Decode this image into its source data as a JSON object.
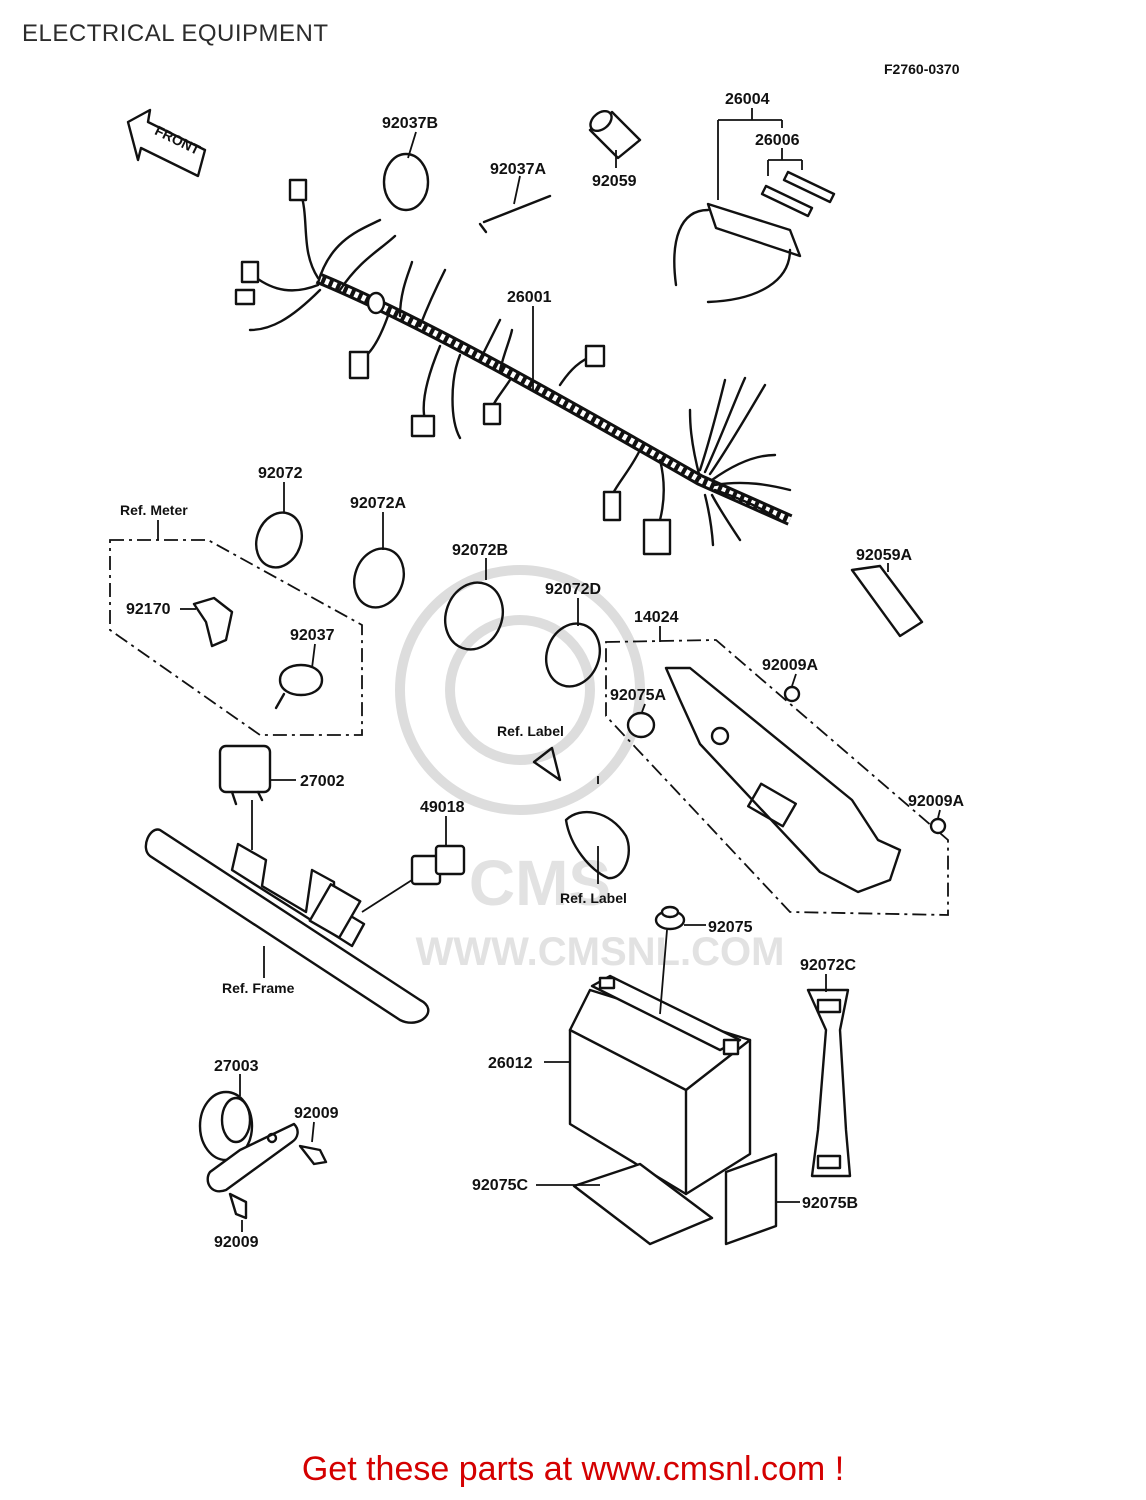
{
  "page_title": "ELECTRICAL EQUIPMENT",
  "diagram_code": "F2760-0370",
  "front_arrow_label": "FRONT",
  "watermark": "WWW.CMSNL.COM",
  "parts": [
    {
      "id": "p26004",
      "label": "26004"
    },
    {
      "id": "p26006",
      "label": "26006"
    },
    {
      "id": "p92037B",
      "label": "92037B"
    },
    {
      "id": "p92037A",
      "label": "92037A"
    },
    {
      "id": "p92059",
      "label": "92059"
    },
    {
      "id": "p26001",
      "label": "26001"
    },
    {
      "id": "p92072",
      "label": "92072"
    },
    {
      "id": "p92072A",
      "label": "92072A"
    },
    {
      "id": "p92072B",
      "label": "92072B"
    },
    {
      "id": "p92072D",
      "label": "92072D"
    },
    {
      "id": "p92059A",
      "label": "92059A"
    },
    {
      "id": "p14024",
      "label": "14024"
    },
    {
      "id": "p92170",
      "label": "92170"
    },
    {
      "id": "p92037",
      "label": "92037"
    },
    {
      "id": "p92009A_1",
      "label": "92009A"
    },
    {
      "id": "p92075A",
      "label": "92075A"
    },
    {
      "id": "p92009A_2",
      "label": "92009A"
    },
    {
      "id": "p27002",
      "label": "27002"
    },
    {
      "id": "p49018",
      "label": "49018"
    },
    {
      "id": "p92075",
      "label": "92075"
    },
    {
      "id": "p92072C",
      "label": "92072C"
    },
    {
      "id": "p26012",
      "label": "26012"
    },
    {
      "id": "p27003",
      "label": "27003"
    },
    {
      "id": "p92009_1",
      "label": "92009"
    },
    {
      "id": "p92009_2",
      "label": "92009"
    },
    {
      "id": "p92075C",
      "label": "92075C"
    },
    {
      "id": "p92075B",
      "label": "92075B"
    }
  ],
  "references": {
    "meter": "Ref. Meter",
    "label_1": "Ref. Label",
    "label_2": "Ref. Label",
    "frame": "Ref. Frame"
  },
  "footer_link": "Get these parts at www.cmsnl.com !"
}
